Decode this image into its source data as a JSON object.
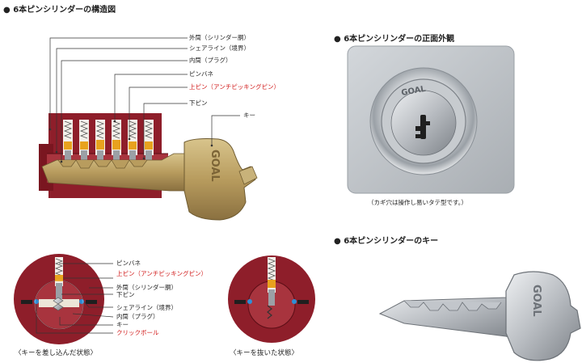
{
  "sections": {
    "structure_title": "● 6本ピンシリンダーの構造図",
    "front_title": "● 6本ピンシリンダーの正面外観",
    "key_title": "● 6本ピンシリンダーのキー"
  },
  "structure_labels": [
    {
      "text": "外筒（シリンダー胴）",
      "color": "#222222"
    },
    {
      "text": "シェアライン（境界）",
      "color": "#222222"
    },
    {
      "text": "内筒（プラグ）",
      "color": "#222222"
    },
    {
      "text": "ピンバネ",
      "color": "#222222"
    },
    {
      "text": "上ピン（アンチピッキングピン）",
      "color": "#d11a1a"
    },
    {
      "text": "下ピン",
      "color": "#222222"
    },
    {
      "text": "キー",
      "color": "#222222"
    }
  ],
  "cross_labels": [
    {
      "text": "ピンバネ",
      "color": "#222222"
    },
    {
      "text": "上ピン（アンチピッキングピン）",
      "color": "#d11a1a"
    },
    {
      "text": "外筒（シリンダー胴）",
      "color": "#222222"
    },
    {
      "text": "下ピン",
      "color": "#222222"
    },
    {
      "text": "シェアライン（境界）",
      "color": "#222222"
    },
    {
      "text": "内筒（プラグ）",
      "color": "#222222"
    },
    {
      "text": "キー",
      "color": "#222222"
    },
    {
      "text": "クリックボール",
      "color": "#d11a1a"
    }
  ],
  "captions": {
    "inserted": "〈キーを差し込んだ状態〉",
    "removed": "〈キーを抜いた状態〉",
    "keyhole": "（カギ穴は操作し易いタテ型です。）"
  },
  "brand": "GOAL",
  "colors": {
    "cylinder_red": "#8e1e2a",
    "brass": "#b89c5e",
    "spring_orange": "#e8a21e",
    "steel": "#bfc3c7",
    "ball_blue": "#2f8fd6"
  }
}
